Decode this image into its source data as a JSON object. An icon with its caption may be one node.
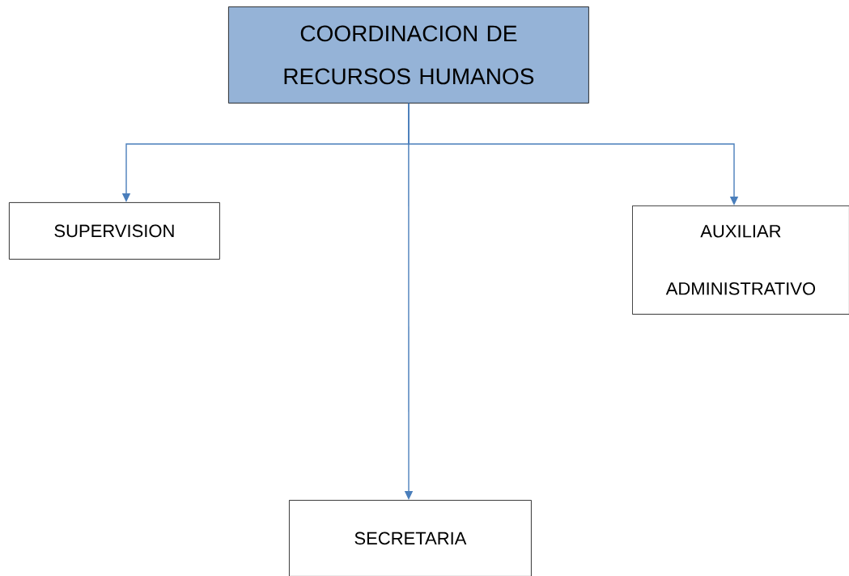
{
  "diagram": {
    "nodes": [
      {
        "text": [
          "COORDINACION DE RECURSOS HUMANOS"
        ]
      },
      {
        "text": [
          "SUPERVISION"
        ]
      },
      {
        "text": [
          "AUXILIAR ADMINISTRATIVO"
        ]
      },
      {
        "text": [
          "SECRETARIA"
        ]
      }
    ],
    "edges": [
      {
        "from": 0,
        "to": 1,
        "arrow": "to"
      },
      {
        "from": 0,
        "to": 2,
        "arrow": "to"
      },
      {
        "from": 0,
        "to": 3,
        "arrow": "to"
      }
    ]
  }
}
